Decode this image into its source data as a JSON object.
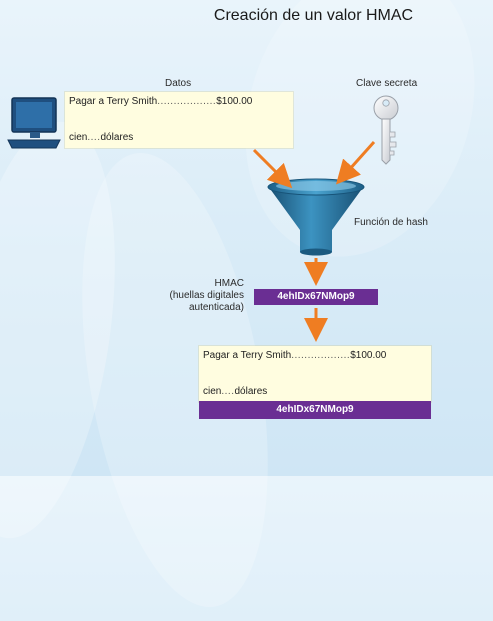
{
  "title": "Creación de un valor HMAC",
  "labels": {
    "data": "Datos",
    "secret_key": "Clave secreta",
    "hash_function": "Función de hash",
    "hmac_line1": "HMAC",
    "hmac_line2": "(huellas digitales",
    "hmac_line3": "autenticada)"
  },
  "message": {
    "line1_prefix": "Pagar a Terry Smith",
    "line1_dots": "..................",
    "line1_amount": "$100.00",
    "line2_prefix": "cien",
    "line2_dots": "....",
    "line2_suffix": "dólares"
  },
  "hmac_value": "4ehIDx67NMop9",
  "colors": {
    "arrow": "#ef7d22",
    "hmac_bar": "#6a2e93",
    "note_bg": "#fffde0",
    "funnel": "#2a79a6"
  },
  "icons": [
    "computer-icon",
    "key-icon",
    "funnel-icon"
  ]
}
